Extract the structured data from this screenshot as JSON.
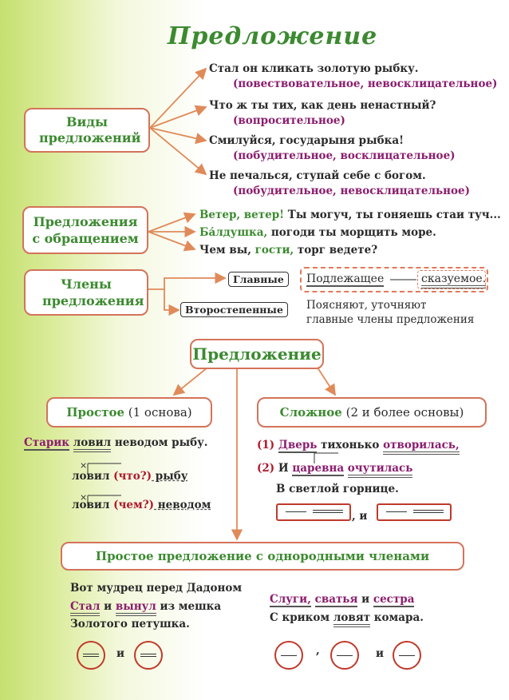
{
  "title": "Предложение",
  "types": {
    "box": "Виды предложений",
    "items": [
      {
        "text": "Стал он кликать золотую рыбку.",
        "note": "(повествовательное, невосклицательное)"
      },
      {
        "text": "Что ж ты тих, как день ненастный?",
        "note": "(вопросительное)"
      },
      {
        "text": "Смилуйся, государыня рыбка!",
        "note": "(побудительное, восклицательное)"
      },
      {
        "text": "Не печалься, ступай себе с богом.",
        "note": "(побудительное, невосклицательное)"
      }
    ]
  },
  "address": {
    "box": "Предложения с обращением",
    "l1a": "Ветер, ветер!",
    "l1b": " Ты могуч, ты гоняешь стаи туч...",
    "l2a": "Ба́лдушка,",
    "l2b": " погоди ты морщить море.",
    "l3a": "Чем вы, ",
    "l3b": "гости,",
    "l3c": " торг ведете?"
  },
  "members": {
    "box": "Члены предложения",
    "main": "Главные",
    "subject": "Подлежащее",
    "predicate": "сказуемое.",
    "secondary": "Второстепенные",
    "secondary_note1": "Поясняют, уточняют",
    "secondary_note2": "главные члены предложения"
  },
  "sentence_box": "Предложение",
  "simple": {
    "label": "Простое",
    "label_note": " (1 основа)",
    "ex_s": "Старик",
    "ex_p": "ловил",
    "ex_rest": " неводом рыбу.",
    "q1_w": "ловил",
    "q1_q": " (что?)",
    "q1_o": " рыбу",
    "q2_w": "ловил",
    "q2_q": " (чем?)",
    "q2_o": " неводом",
    "mark": "×"
  },
  "complex": {
    "label": "Сложное",
    "label_note": " (2 и более основы)",
    "n1": "(1)",
    "s1": "Дверь",
    "m1": " тихонько ",
    "p1": "отворилась,",
    "n2": "(2)",
    "and": " И ",
    "s2": "царевна",
    "p2": "очутилась",
    "l3": "В светлой горнице.",
    "join": ", и"
  },
  "homog": {
    "box": "Простое предложение с однородными членами",
    "l1": "Вот мудрец перед Дадоном",
    "l2a": "Стал",
    "l2b": " и ",
    "l2c": "вынул",
    "l2d": " из мешка",
    "l3": "Золотого петушка.",
    "r1a": "Слуги,",
    "r1b": " ",
    "r1c": "сватья",
    "r1d": " и ",
    "r1e": "сестра",
    "r2a": "С криком ",
    "r2b": "ловят",
    "r2c": " комара.",
    "and": "и",
    "comma": ",",
    "and2": "и"
  }
}
